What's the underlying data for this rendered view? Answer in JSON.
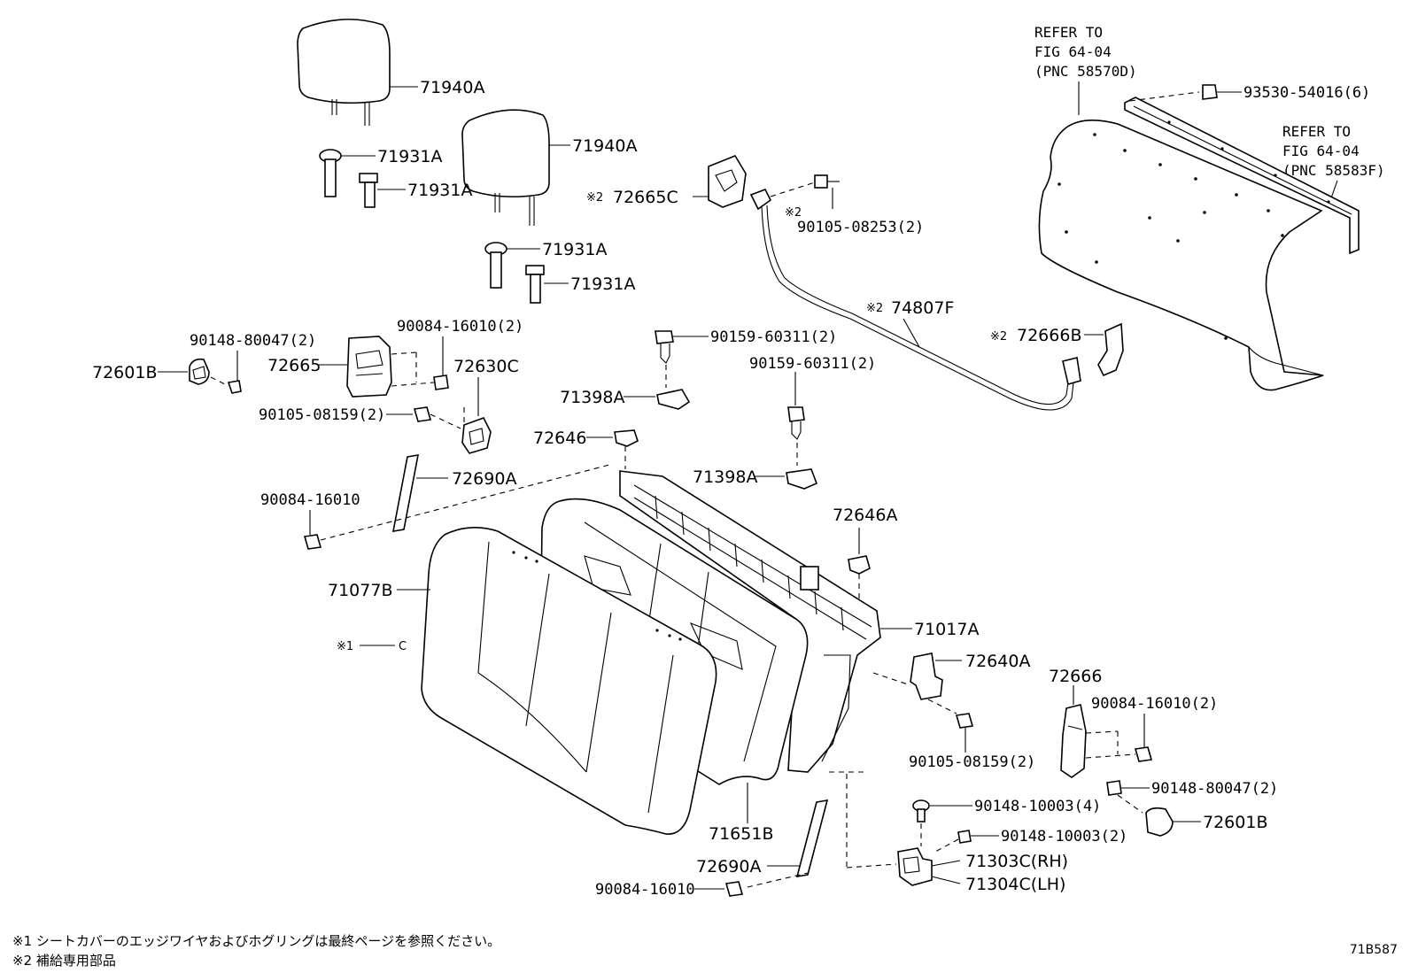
{
  "refer_left": [
    "REFER TO",
    "FIG 64-04",
    "(PNC 58570D)"
  ],
  "refer_right": [
    "REFER TO",
    "FIG 64-04",
    "(PNC 58583F)"
  ],
  "labels": {
    "headrest_1": "71940A",
    "headrest_2": "71940A",
    "guide_1": "71931A",
    "guide_2": "71931A",
    "guide_3": "71931A",
    "guide_4": "71931A",
    "cover_72665c": "72665C",
    "bolt_90105_08253": "90105-08253(2)",
    "screw_93530": "93530-54016(6)",
    "cable_74807f": "74807F",
    "cover_72666b": "72666B",
    "screw_90148_80047_a": "90148-80047(2)",
    "bolt_90084_16010_2a": "90084-16010(2)",
    "knob_72601b_a": "72601B",
    "cover_72665": "72665",
    "lock_72630c": "72630C",
    "bolt_90105_08159_a": "90105-08159(2)",
    "bolt_90159_a": "90159-60311(2)",
    "bolt_90159_b": "90159-60311(2)",
    "bracket_71398a_a": "71398A",
    "bracket_71398a_b": "71398A",
    "plug_72646": "72646",
    "plug_72646a": "72646A",
    "strap_72690a_a": "72690A",
    "bolt_90084_16010_a": "90084-16010",
    "cover_71077b": "71077B",
    "frame_71017a": "71017A",
    "bracket_72640a": "72640A",
    "cover_72666": "72666",
    "bolt_90084_16010_2b": "90084-16010(2)",
    "bolt_90105_08159_b": "90105-08159(2)",
    "screw_90148_80047_b": "90148-80047(2)",
    "knob_72601b_b": "72601B",
    "pad_71651b": "71651B",
    "screw_90148_10003_4": "90148-10003(4)",
    "screw_90148_10003_2": "90148-10003(2)",
    "strap_72690a_b": "72690A",
    "hinge_71303c": "71303C(RH)",
    "hinge_71304c": "71304C(LH)",
    "bolt_90084_16010_b": "90084-16010"
  },
  "marks": {
    "m1": "※1",
    "m1_code": "C",
    "m2_a": "※2",
    "m2_b": "※2",
    "m2_c": "※2",
    "m2_d": "※2"
  },
  "footnotes": [
    "※1 シートカバーのエッジワイヤおよびホグリングは最終ページを参照ください。",
    "※2 補給専用部品"
  ],
  "figure_code": "71B587"
}
